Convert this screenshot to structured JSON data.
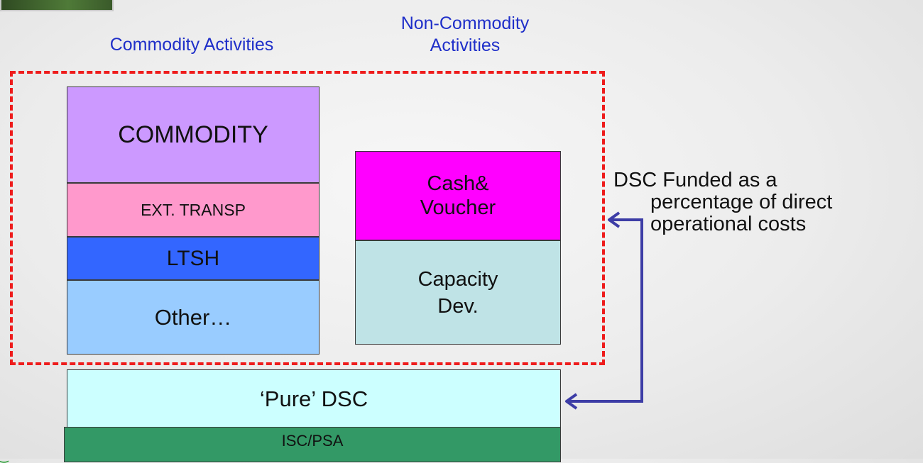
{
  "headers": {
    "commodity": "Commodity Activities",
    "non_commodity_line1": "Non-Commodity",
    "non_commodity_line2": "Activities"
  },
  "commodity_stack": [
    {
      "label": "COMMODITY",
      "color": "#cc99ff"
    },
    {
      "label": "EXT. TRANSP",
      "color": "#ff99cc"
    },
    {
      "label": "LTSH",
      "color": "#3366ff"
    },
    {
      "label": "Other…",
      "color": "#99ccff"
    }
  ],
  "non_commodity_stack": [
    {
      "label_line1": "Cash&",
      "label_line2": "Voucher",
      "color": "#ff00ff"
    },
    {
      "label_line1": "Capacity",
      "label_line2": "Dev.",
      "color": "#bfe3e6"
    }
  ],
  "pure_dsc": {
    "label": "‘Pure’ DSC",
    "color": "#ccffff"
  },
  "isc_psa": {
    "label": "ISC/PSA",
    "color": "#339966"
  },
  "note": {
    "line1": "DSC Funded as a",
    "line2": "percentage of direct",
    "line3": "operational costs"
  },
  "colors": {
    "frame": "#ee1c1c",
    "arrow": "#3d3da6",
    "header_text": "#1f2fc9"
  }
}
